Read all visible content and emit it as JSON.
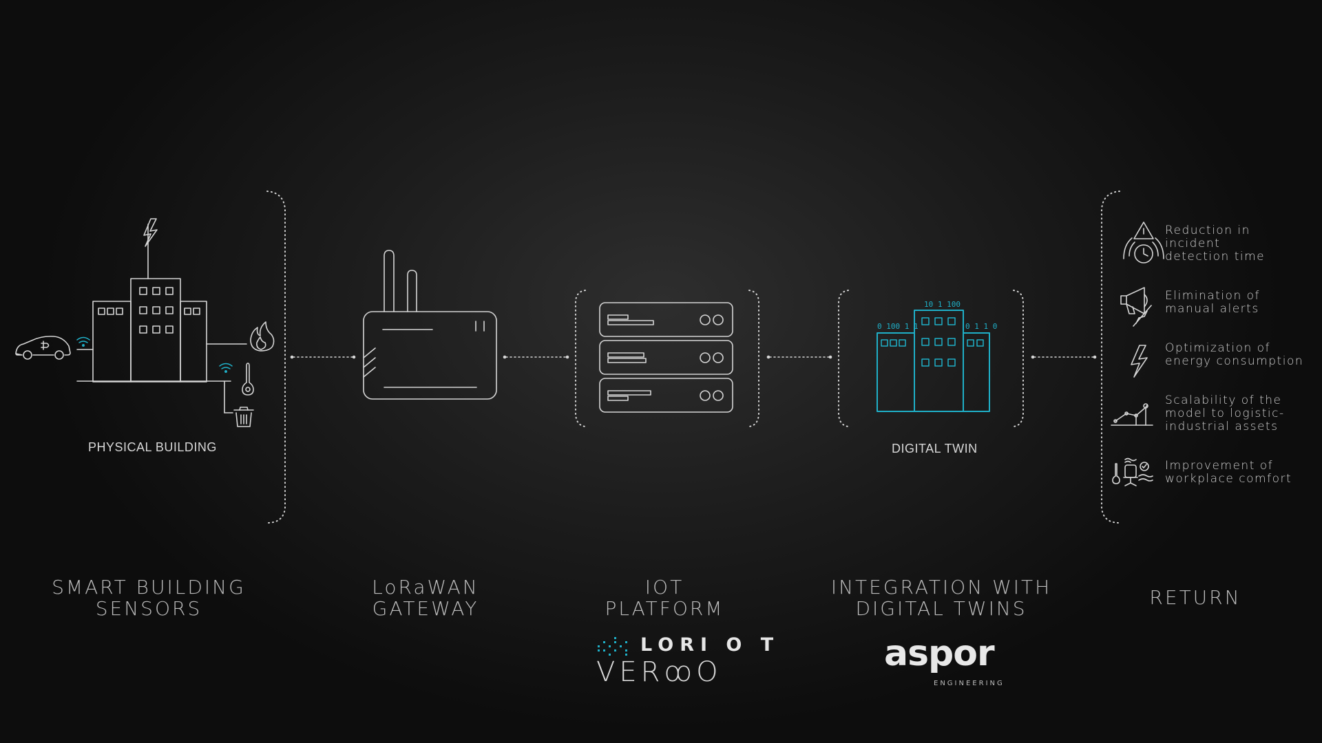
{
  "diagram": {
    "physical_building_caption": "PHYSICAL BUILDING",
    "digital_twin_caption": "DIGITAL TWIN",
    "twin_binary_top": "10 1 100",
    "twin_binary_left": "0 100 1 1",
    "twin_binary_right": "0 1 1 0"
  },
  "stages": [
    {
      "line1": "SMART BUILDING",
      "line2": "SENSORS"
    },
    {
      "line1": "LoRaWAN",
      "line2": "GATEWAY"
    },
    {
      "line1": "IOT",
      "line2": "PLATFORM"
    },
    {
      "line1": "INTEGRATION WITH",
      "line2": "DIGITAL TWINS"
    },
    {
      "line1": "RETURN",
      "line2": ""
    }
  ],
  "returns": [
    {
      "icon": "alarm-clock-warning-icon",
      "lines": [
        "Reduction in",
        "incident",
        "detection time"
      ]
    },
    {
      "icon": "megaphone-off-icon",
      "lines": [
        "Elimination of",
        "manual alerts"
      ]
    },
    {
      "icon": "lightning-bolt-icon",
      "lines": [
        "Optimization of",
        "energy consumption"
      ]
    },
    {
      "icon": "growth-chart-icon",
      "lines": [
        "Scalability of the",
        "model to logistic-",
        "industrial assets"
      ]
    },
    {
      "icon": "workplace-comfort-icon",
      "lines": [
        "Improvement of",
        "workplace comfort"
      ]
    }
  ],
  "logos": {
    "loriot": "LORI O T",
    "verxo": "VERꝏO",
    "aspor": "aspor",
    "aspor_sub": "ENGINEERING"
  },
  "colors": {
    "background": "#1e1e1e",
    "line": "#d6d6d6",
    "accent": "#1fb0c8"
  }
}
